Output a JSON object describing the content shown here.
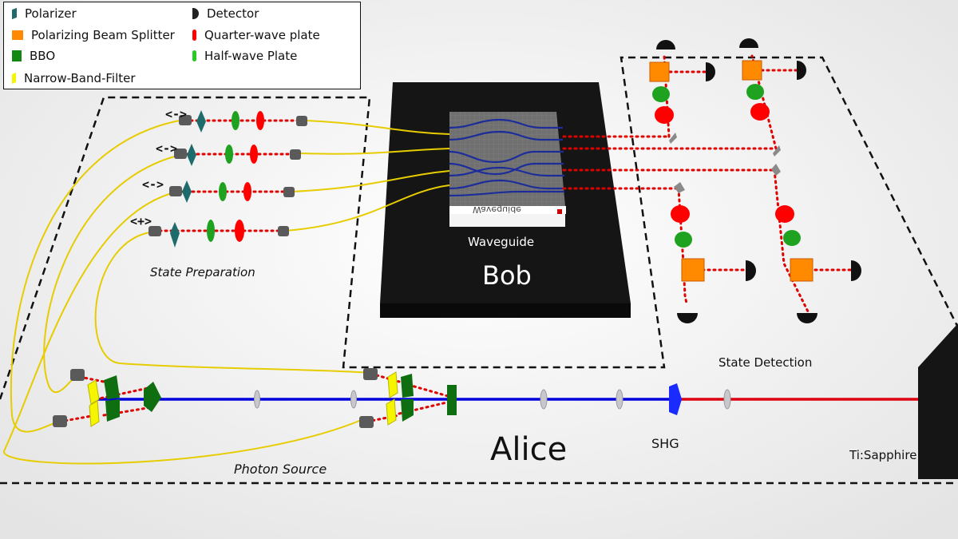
{
  "legend": {
    "items": [
      {
        "label": "Polarizer",
        "icon": "polarizer-icon",
        "color": "#1e6b6b"
      },
      {
        "label": "Detector",
        "icon": "detector-icon",
        "color": "#222222"
      },
      {
        "label": "Polarizing Beam Splitter",
        "icon": "pbs-icon",
        "color": "#ff8a00"
      },
      {
        "label": "Quarter-wave plate",
        "icon": "quarter-wave-plate-icon",
        "color": "#ff0000"
      },
      {
        "label": "BBO",
        "icon": "bbo-icon",
        "color": "#118811"
      },
      {
        "label": "Half-wave Plate",
        "icon": "half-wave-plate-icon",
        "color": "#22cc22"
      },
      {
        "label": "Narrow-Band-Filter",
        "icon": "narrow-band-filter-icon",
        "color": "#f5f500"
      }
    ]
  },
  "labels": {
    "state_preparation": "State Preparation",
    "state_detection": "State Detection",
    "photon_source": "Photon Source",
    "alice": "Alice",
    "bob": "Bob",
    "waveguide": "Waveguide",
    "waveguide_mirror": "Waveguide",
    "shg": "SHG",
    "ti_sapphire": "Ti:Sapphire"
  },
  "state_labels": [
    "<->",
    "<->",
    "<->",
    "<+>"
  ],
  "colors": {
    "pump_beam": "#0000dd",
    "laser_beam": "#dd0011",
    "fiber": "#e6cc00",
    "photon_path": "#e00000",
    "bob_box": "#1b1b1b",
    "chip": "#6e6e6e",
    "chip_waveguide": "#1c2d9a"
  }
}
